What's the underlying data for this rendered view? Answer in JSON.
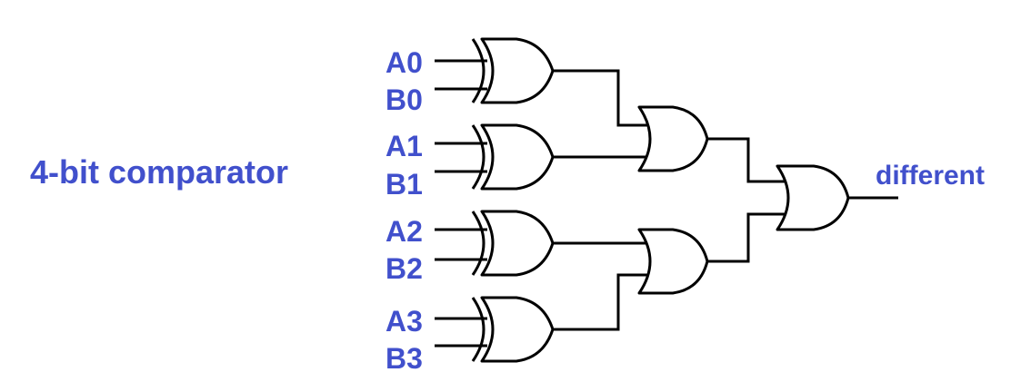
{
  "title": "4-bit comparator",
  "output_label": "different",
  "inputs": [
    "A0",
    "B0",
    "A1",
    "B1",
    "A2",
    "B2",
    "A3",
    "B3"
  ],
  "colors": {
    "label": "#4150cc",
    "line": "#000000",
    "background": "#ffffff"
  }
}
